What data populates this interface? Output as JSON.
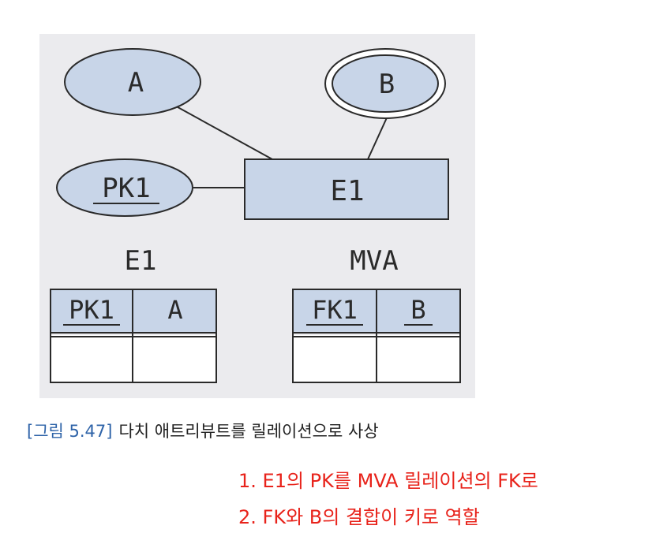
{
  "diagram": {
    "attr_a": "A",
    "attr_b": "B",
    "attr_pk1": "PK1",
    "entity_e1": "E1"
  },
  "tables": {
    "e1": {
      "name": "E1",
      "col1": "PK1",
      "col2": "A"
    },
    "mva": {
      "name": "MVA",
      "col1": "FK1",
      "col2": "B"
    }
  },
  "caption": {
    "figure": "[그림 5.47]",
    "text": "다치 애트리뷰트를 릴레이션으로 사상"
  },
  "notes": {
    "line1": "1. E1의 PK를 MVA 릴레이션의 FK로",
    "line2": "2. FK와 B의 결합이 키로 역할"
  },
  "colors": {
    "panel": "#ebebee",
    "shape_fill": "#c8d5e8",
    "stroke": "#2a2a2a",
    "caption_blue": "#2e63a8",
    "note_red": "#e8231b"
  }
}
